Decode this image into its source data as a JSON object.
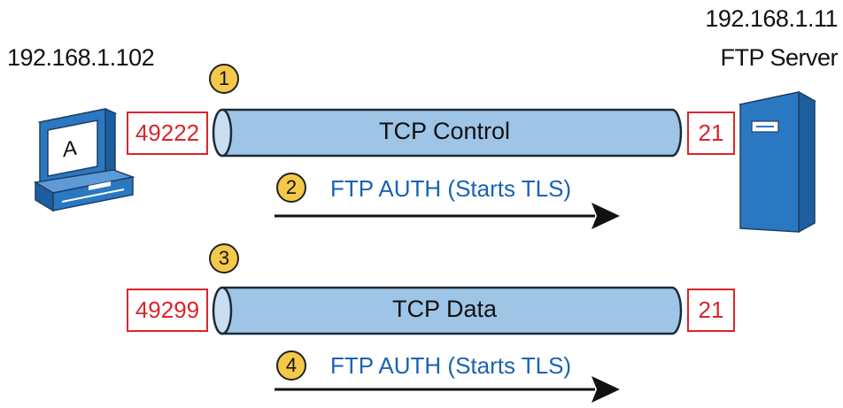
{
  "client": {
    "ip": "192.168.1.102",
    "screen_letter": "A",
    "icon": "pc-icon"
  },
  "server": {
    "ip": "192.168.1.11",
    "name": "FTP Server",
    "icon": "server-icon"
  },
  "connections": [
    {
      "step": "1",
      "label": "TCP Control",
      "client_port": "49222",
      "server_port": "21",
      "message": {
        "step": "2",
        "label": "FTP AUTH (Starts TLS)"
      }
    },
    {
      "step": "3",
      "label": "TCP Data",
      "client_port": "49299",
      "server_port": "21",
      "message": {
        "step": "4",
        "label": "FTP AUTH (Starts TLS)"
      }
    }
  ],
  "colors": {
    "port_border": "#d8262b",
    "tube_fill": "#9ec4e6",
    "tube_stroke": "#1b2a3a",
    "step_circle": "#f6c84a",
    "message_text": "#1a62b4",
    "device_blue": "#2b78c2"
  }
}
